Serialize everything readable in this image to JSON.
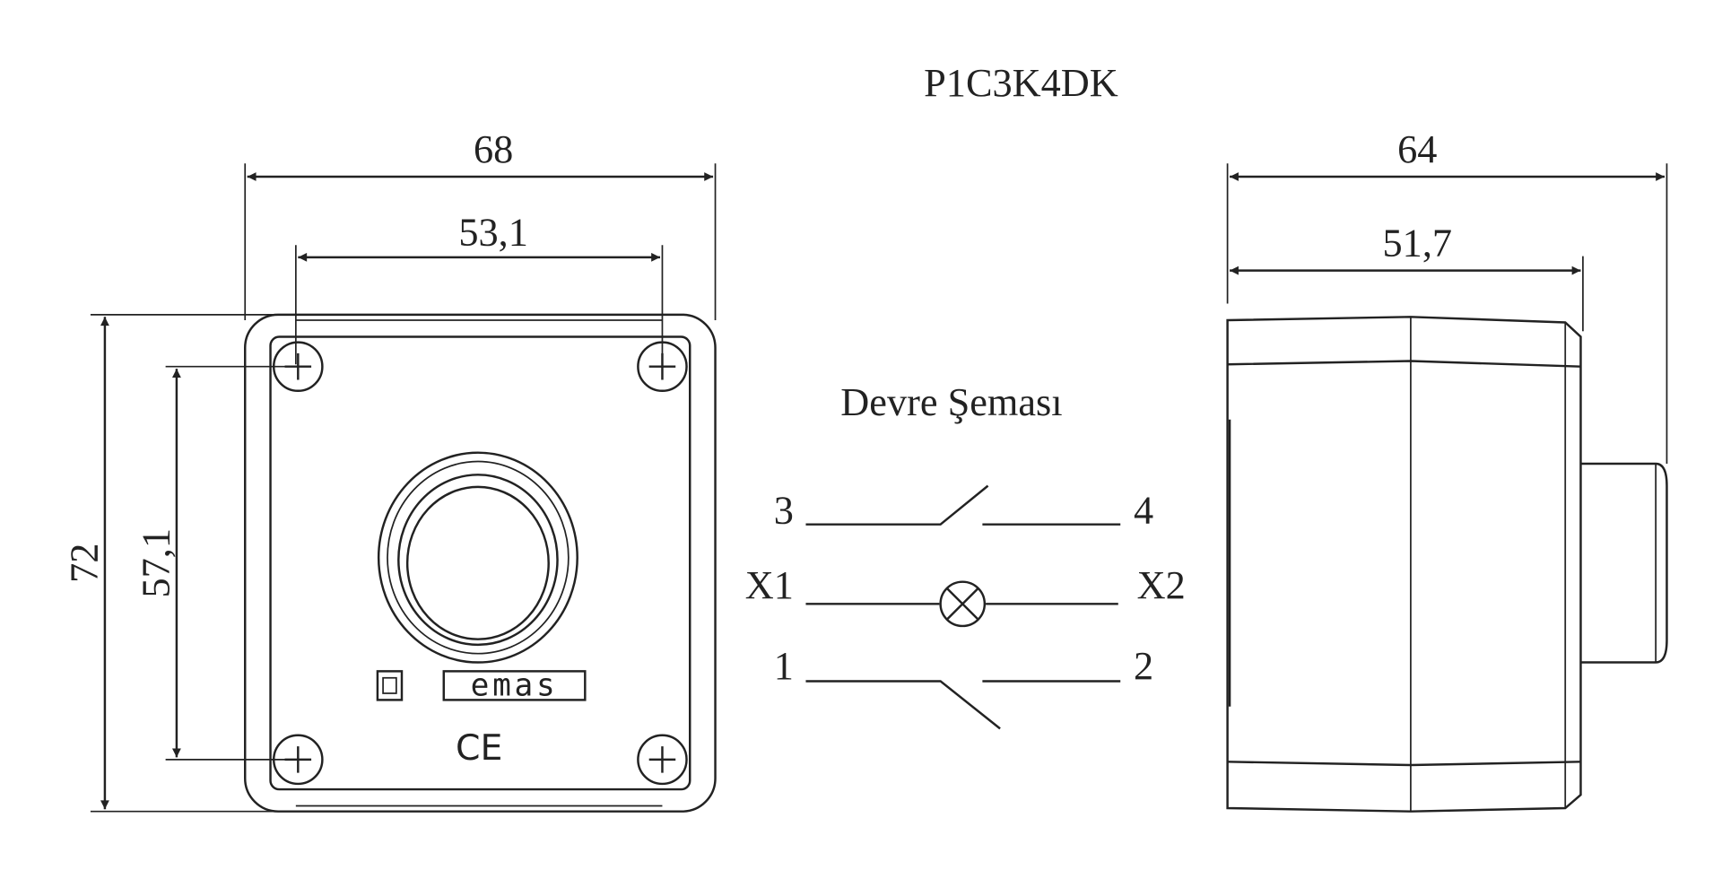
{
  "title": "P1C3K4DK",
  "front_view": {
    "width_outer": "68",
    "width_holes": "53,1",
    "height_outer": "72",
    "height_holes": "57,1",
    "logo": "emas",
    "mark": "CE"
  },
  "side_view": {
    "depth_total": "64",
    "depth_body": "51,7"
  },
  "circuit": {
    "heading": "Devre Şeması",
    "terminals": {
      "t3": "3",
      "t4": "4",
      "x1": "X1",
      "x2": "X2",
      "t1": "1",
      "t2": "2"
    }
  },
  "colors": {
    "line": "#222222",
    "background": "#ffffff"
  }
}
